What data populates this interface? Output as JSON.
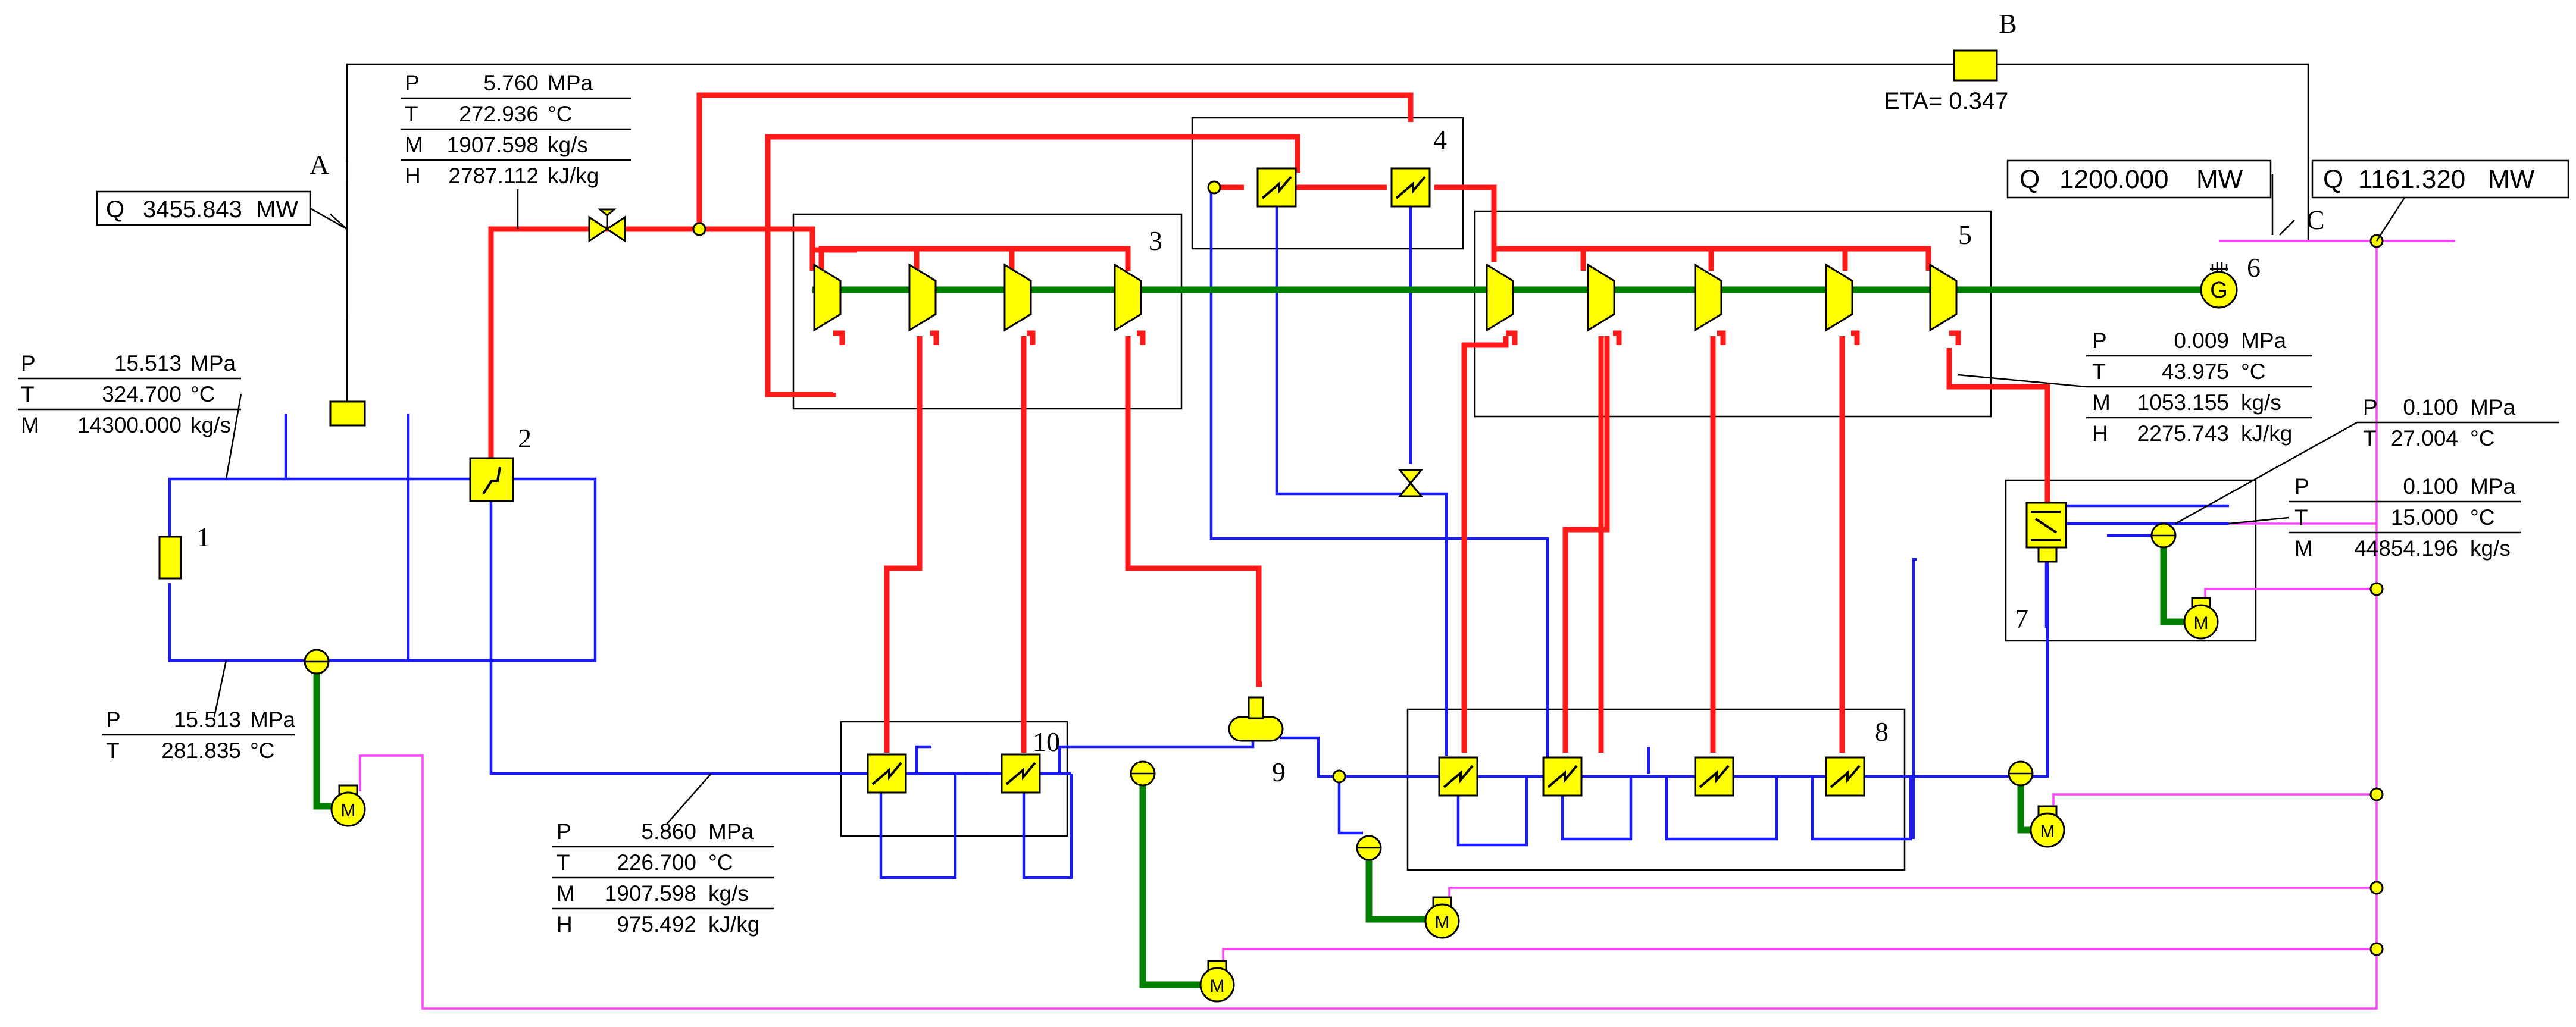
{
  "colors": {
    "steam": "#ff1a1a",
    "water": "#1a1aff",
    "shaft": "#008000",
    "power": "#ff44ff",
    "component": "#ffff00"
  },
  "points": {
    "A": "A",
    "B": "B",
    "C": "C"
  },
  "heat_input": {
    "Q": "Q",
    "value": "3455.843",
    "unit": "MW"
  },
  "gross_power": {
    "Q": "Q",
    "value": "1200.000",
    "unit": "MW"
  },
  "net_power": {
    "Q": "Q",
    "value": "1161.320",
    "unit": "MW"
  },
  "efficiency": "ETA= 0.347",
  "generator_symbol": "G",
  "motor_symbol": "M",
  "component_numbers": [
    "1",
    "2",
    "3",
    "4",
    "5",
    "6",
    "7",
    "8",
    "9",
    "10"
  ],
  "tables": {
    "primary_hot": [
      {
        "sym": "P",
        "val": "15.513",
        "unit": "MPa"
      },
      {
        "sym": "T",
        "val": "324.700",
        "unit": "°C"
      },
      {
        "sym": "M",
        "val": "14300.000",
        "unit": "kg/s"
      }
    ],
    "primary_cold": [
      {
        "sym": "P",
        "val": "15.513",
        "unit": "MPa"
      },
      {
        "sym": "T",
        "val": "281.835",
        "unit": "°C"
      }
    ],
    "main_steam": [
      {
        "sym": "P",
        "val": "5.760",
        "unit": "MPa"
      },
      {
        "sym": "T",
        "val": "272.936",
        "unit": "°C"
      },
      {
        "sym": "M",
        "val": "1907.598",
        "unit": "kg/s"
      },
      {
        "sym": "H",
        "val": "2787.112",
        "unit": "kJ/kg"
      }
    ],
    "feedwater": [
      {
        "sym": "P",
        "val": "5.860",
        "unit": "MPa"
      },
      {
        "sym": "T",
        "val": "226.700",
        "unit": "°C"
      },
      {
        "sym": "M",
        "val": "1907.598",
        "unit": "kg/s"
      },
      {
        "sym": "H",
        "val": "975.492",
        "unit": "kJ/kg"
      }
    ],
    "exhaust": [
      {
        "sym": "P",
        "val": "0.009",
        "unit": "MPa"
      },
      {
        "sym": "T",
        "val": "43.975",
        "unit": "°C"
      },
      {
        "sym": "M",
        "val": "1053.155",
        "unit": "kg/s"
      },
      {
        "sym": "H",
        "val": "2275.743",
        "unit": "kJ/kg"
      }
    ],
    "cooling_out": [
      {
        "sym": "P",
        "val": "0.100",
        "unit": "MPa"
      },
      {
        "sym": "T",
        "val": "27.004",
        "unit": "°C"
      }
    ],
    "cooling_in": [
      {
        "sym": "P",
        "val": "0.100",
        "unit": "MPa"
      },
      {
        "sym": "T",
        "val": "15.000",
        "unit": "°C"
      },
      {
        "sym": "M",
        "val": "44854.196",
        "unit": "kg/s"
      }
    ]
  }
}
